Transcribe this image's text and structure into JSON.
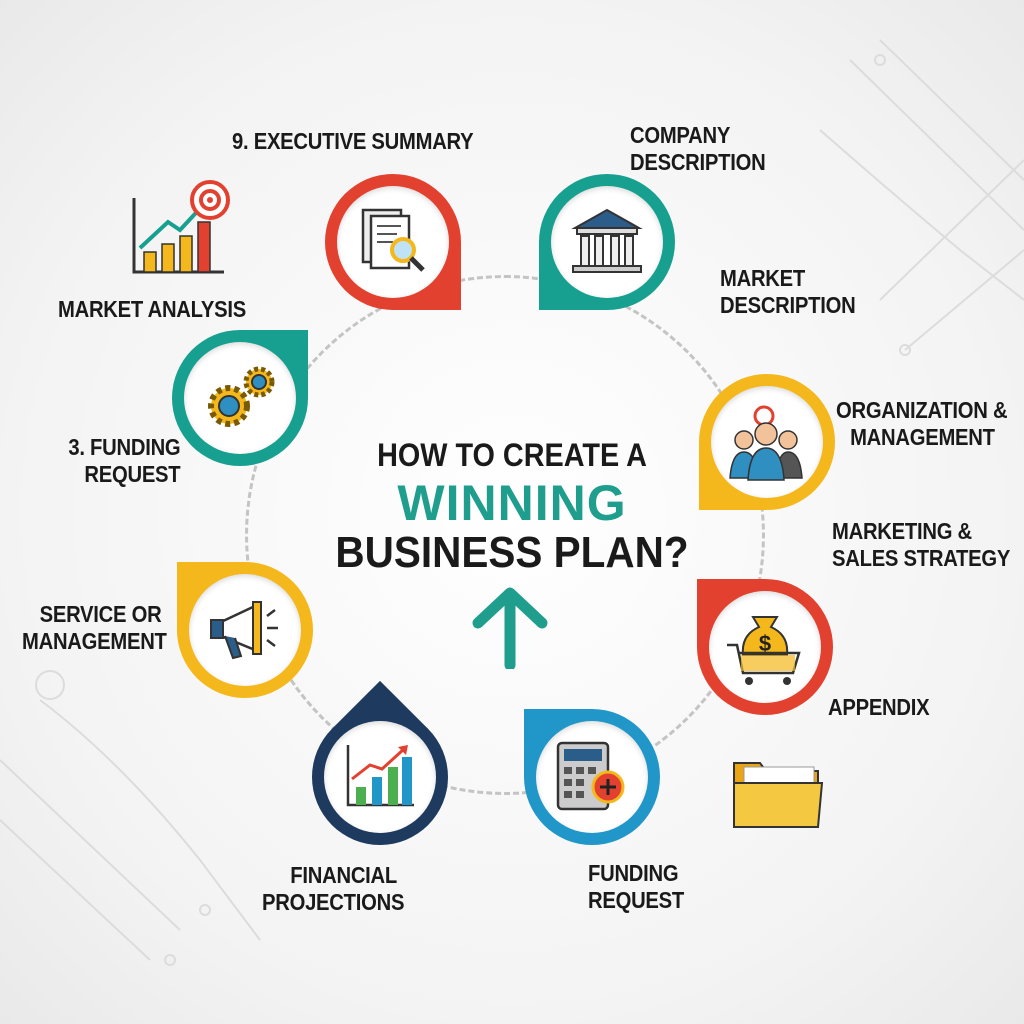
{
  "title": {
    "line1": "HOW TO CREATE A",
    "line2": "WINNING",
    "line3": "BUSINESS PLAN?"
  },
  "labels": {
    "executive_summary": "9. EXECUTIVE SUMMARY",
    "company_description": [
      "COMPANY",
      "DESCRIPTION"
    ],
    "market_description": [
      "MARKET",
      "DESCRIPTION"
    ],
    "market_analysis": "MARKET ANALYSIS",
    "funding_request_3": [
      "3. FUNDING",
      "REQUEST"
    ],
    "organization_management": [
      "ORGANIZATION &",
      "MANAGEMENT"
    ],
    "marketing_sales": [
      "MARKETING &",
      "SALES STRATEGY"
    ],
    "service_management": [
      "SERVICE OR",
      "MANAGEMENT"
    ],
    "appendix": "APPENDIX",
    "financial_projections": [
      "FINANCIAL",
      "PROJECTIONS"
    ],
    "funding_request": [
      "FUNDING",
      "REQUEST"
    ]
  },
  "colors": {
    "red": "#e3412f",
    "teal": "#17a08f",
    "yellow": "#f5b81c",
    "navy": "#1f3a5f",
    "blue": "#2196c9",
    "title_accent": "#1f9e8e"
  }
}
